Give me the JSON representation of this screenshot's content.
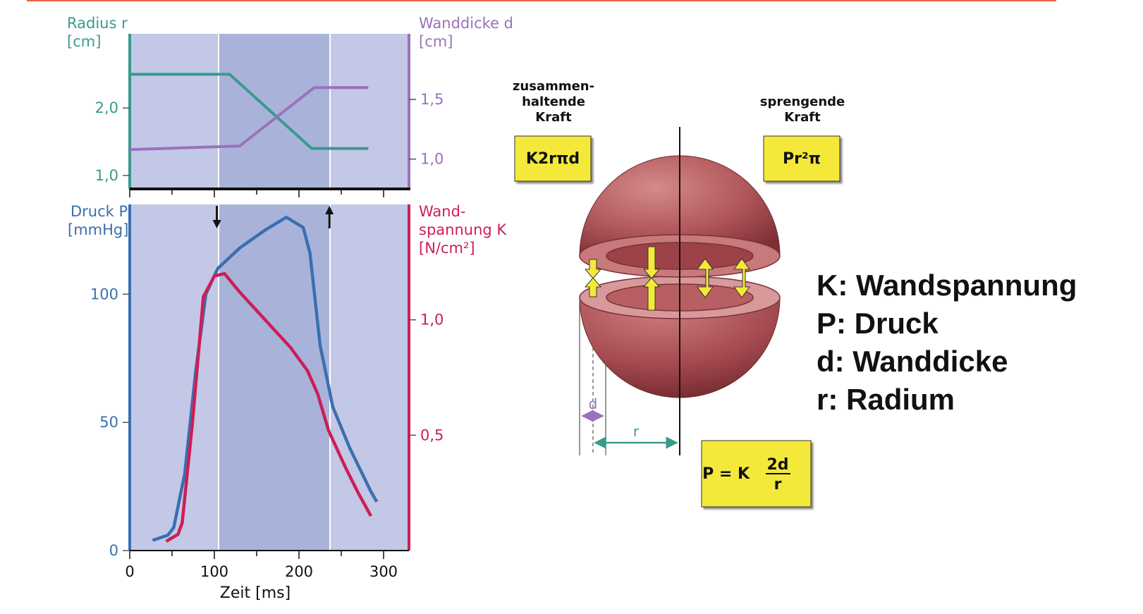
{
  "chart_data": [
    {
      "type": "line",
      "title": "",
      "xlabel": "Zeit [ms]",
      "xlim": [
        0,
        330
      ],
      "y_left": {
        "label_line1": "Radius r",
        "label_line2": "[cm]",
        "ticks": [
          "2,0",
          "1,0"
        ],
        "tick_values": [
          2.0,
          1.0
        ],
        "ylim": [
          0.8,
          3.1
        ]
      },
      "y_right": {
        "label_line1": "Wanddicke d",
        "label_line2": "[cm]",
        "ticks": [
          "1,5",
          "1,0"
        ],
        "tick_values": [
          1.5,
          1.0
        ],
        "ylim": [
          0.75,
          2.05
        ]
      },
      "series": [
        {
          "axis": "left",
          "color": "#3a9a8c",
          "points": [
            [
              0,
              2.5
            ],
            [
              118,
              2.5
            ],
            [
              215,
              1.4
            ],
            [
              282,
              1.4
            ]
          ]
        },
        {
          "axis": "right",
          "color": "#9a72bb",
          "points": [
            [
              0,
              1.08
            ],
            [
              130,
              1.11
            ],
            [
              218,
              1.6
            ],
            [
              282,
              1.6
            ]
          ]
        }
      ]
    },
    {
      "type": "line",
      "title": "",
      "xlabel": "Zeit [ms]",
      "xlim": [
        0,
        330
      ],
      "xticks": [
        "0",
        "100",
        "200",
        "300"
      ],
      "xtick_values": [
        0,
        100,
        200,
        300
      ],
      "y_left": {
        "label_line1": "Druck P",
        "label_line2": "[mmHg]",
        "ticks": [
          "100",
          "50",
          "0"
        ],
        "tick_values": [
          100,
          50,
          0
        ],
        "ylim": [
          0,
          135
        ]
      },
      "y_right": {
        "label_line1": "Wand-",
        "label_line2": "spannung K",
        "label_line3": "[N/cm²]",
        "ticks": [
          "1,0",
          "0,5"
        ],
        "tick_values": [
          1.0,
          0.5
        ],
        "ylim": [
          0,
          1.5
        ]
      },
      "series": [
        {
          "axis": "left",
          "color": "#3b6fb0",
          "points": [
            [
              27,
              4
            ],
            [
              45,
              6
            ],
            [
              52,
              9
            ],
            [
              65,
              30
            ],
            [
              78,
              70
            ],
            [
              90,
              100
            ],
            [
              104,
              110
            ],
            [
              130,
              118
            ],
            [
              160,
              125
            ],
            [
              185,
              130
            ],
            [
              205,
              126
            ],
            [
              213,
              116
            ],
            [
              225,
              80
            ],
            [
              240,
              56
            ],
            [
              260,
              40
            ],
            [
              285,
              23
            ],
            [
              292,
              19
            ]
          ]
        },
        {
          "axis": "right",
          "color": "#cc1f55",
          "points": [
            [
              43,
              0.04
            ],
            [
              57,
              0.07
            ],
            [
              62,
              0.12
            ],
            [
              74,
              0.55
            ],
            [
              87,
              1.1
            ],
            [
              100,
              1.19
            ],
            [
              112,
              1.2
            ],
            [
              130,
              1.12
            ],
            [
              160,
              1.0
            ],
            [
              190,
              0.88
            ],
            [
              210,
              0.78
            ],
            [
              222,
              0.68
            ],
            [
              235,
              0.52
            ],
            [
              255,
              0.36
            ],
            [
              270,
              0.25
            ],
            [
              285,
              0.15
            ]
          ]
        }
      ],
      "phase_markers": {
        "ejection_start_ms": 105,
        "ejection_end_ms": 236,
        "arrow_down_ms": 103,
        "arrow_up_ms": 236
      }
    }
  ],
  "diagram": {
    "holding_force_label": [
      "zusammen-",
      "haltende",
      "Kraft"
    ],
    "holding_force_formula": "K2rπd",
    "bursting_force_label": [
      "sprengende",
      "Kraft"
    ],
    "bursting_force_formula": "Pr²π",
    "dim_d": "d",
    "dim_r": "r",
    "equation_lhs": "P = K",
    "equation_num": "2d",
    "equation_den": "r"
  },
  "legend": {
    "k": "K: Wandspannung",
    "p": "P: Druck",
    "d": "d: Wanddicke",
    "r": "r: Radium"
  },
  "colors": {
    "panel_dark": "#a9b3da",
    "panel_light": "#c3c8e6",
    "yellow_box": "#f4e93a",
    "sphere": "#b1585c"
  }
}
